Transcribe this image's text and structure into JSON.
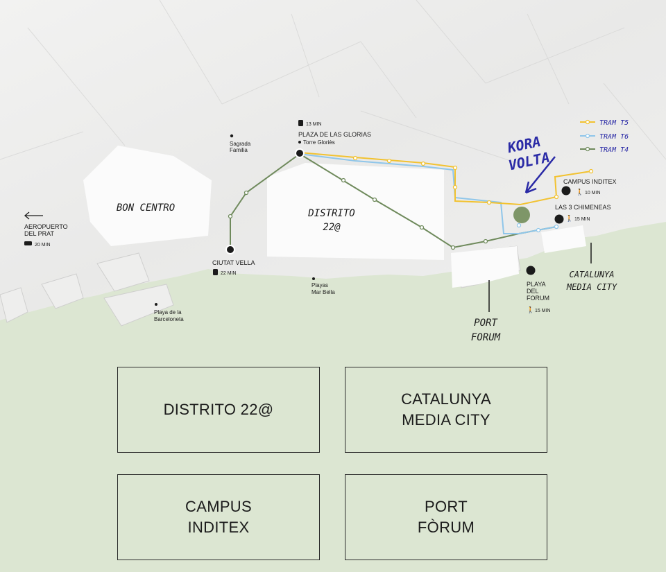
{
  "legend": {
    "items": [
      {
        "label": "TRAM T5",
        "color": "#f2c230"
      },
      {
        "label": "TRAM T6",
        "color": "#8fc6ea"
      },
      {
        "label": "TRAM T4",
        "color": "#6f8a5c"
      }
    ]
  },
  "areas": {
    "bon_centro": "BON CENTRO",
    "distrito_22_line1": "DISTRITO",
    "distrito_22_line2": "22@",
    "kora_volta_line1": "KORA",
    "kora_volta_line2": "VOLTA",
    "catalunya_line1": "CATALUNYA",
    "catalunya_line2": "MEDIA CITY",
    "port_forum_line1": "PORT",
    "port_forum_line2": "FORUM"
  },
  "places": {
    "aeropuerto_line1": "AEROPUERTO",
    "aeropuerto_line2": "DEL PRAT",
    "aeropuerto_time": "20 MIN",
    "sagrada_line1": "Sagrada",
    "sagrada_line2": "Familia",
    "glorias_time": "13 MIN",
    "glorias_name": "PLAZA DE LAS GLORIAS",
    "glorias_sub": "Torre Gloriès",
    "ciutat_vella_name": "CIUTAT VELLA",
    "ciutat_vella_time": "22 MIN",
    "playas_line1": "Playas",
    "playas_line2": "Mar Bella",
    "barceloneta_line1": "Playa de la",
    "barceloneta_line2": "Barceloneta",
    "inditex_name": "CAMPUS  INDITEX",
    "inditex_time": "10 MIN",
    "chimeneas_name": "LAS 3 CHIMENEAS",
    "chimeneas_time": "15 MIN",
    "playa_forum_line1": "PLAYA",
    "playa_forum_line2": "DEL",
    "playa_forum_line3": "FORUM",
    "playa_forum_time": "15 MIN"
  },
  "cards": [
    {
      "label": "DISTRITO 22@"
    },
    {
      "label": "CATALUNYA\nMEDIA CITY"
    },
    {
      "label": "CAMPUS\nINDITEX"
    },
    {
      "label": "PORT\nFÒRUM"
    }
  ],
  "colors": {
    "land": "#eeeeed",
    "sea": "#dce6d2",
    "highlight_zone": "#fafafa",
    "tram_t5": "#f2c230",
    "tram_t6": "#8fc6ea",
    "tram_t4": "#6f8a5c",
    "kora_volta_marker": "#7e9668",
    "ink_blue": "#2a2aa6"
  }
}
